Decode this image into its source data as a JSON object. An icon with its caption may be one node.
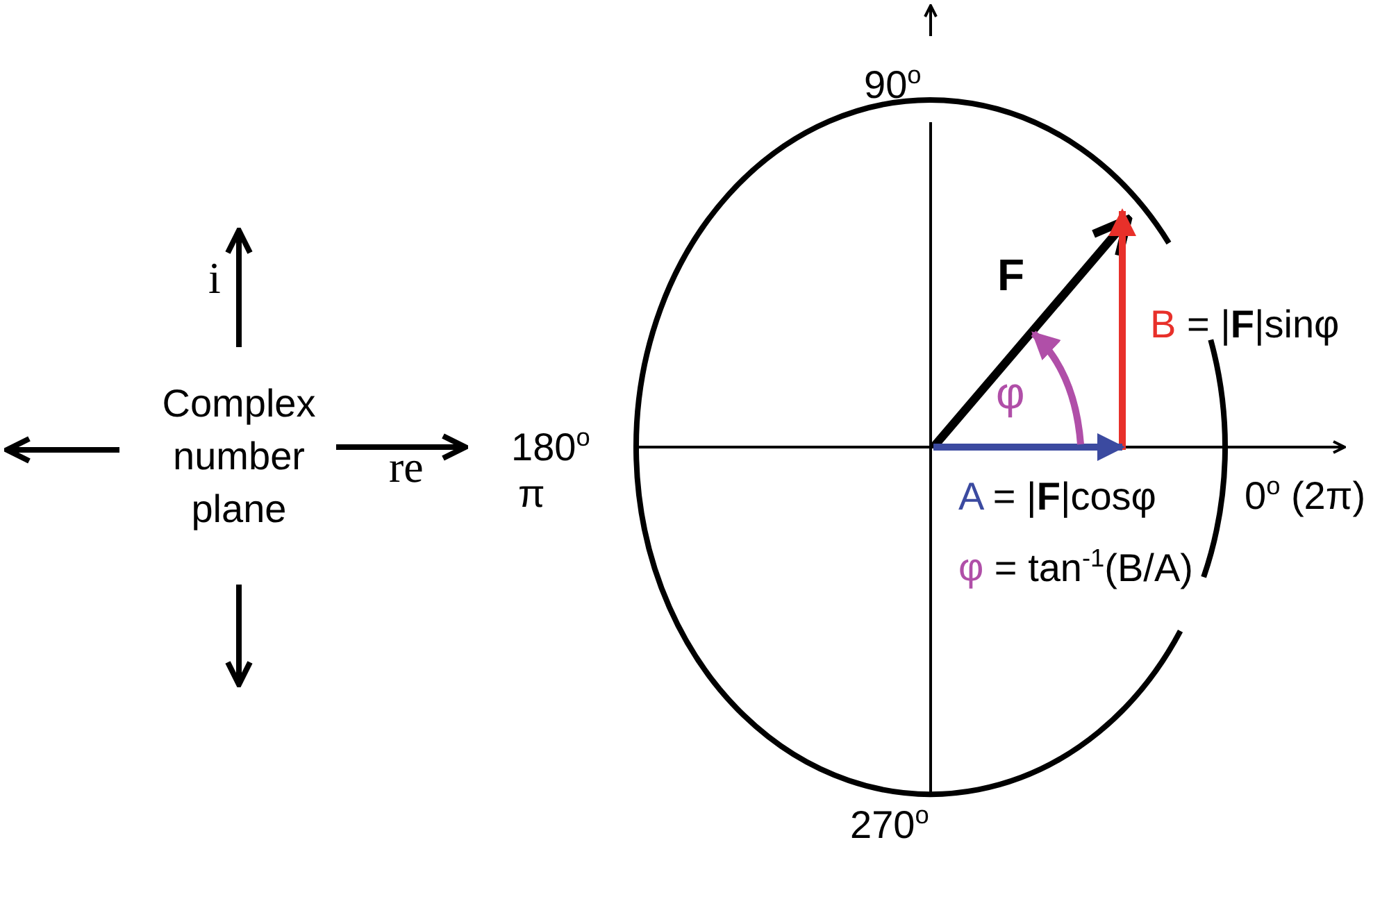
{
  "diagram": {
    "labels": [
      "90$^{o}$",
      "i",
      "F",
      "B = |**F**|sinφ",
      "Complex number plane",
      "re",
      "180$^{o}$",
      "π",
      "φ",
      "A = |**F**|cosφ",
      "0$^{o}$ (2π)",
      "φ = tan$^{-1}$(B/A)",
      "270$^{o}$"
    ]
  }
}
